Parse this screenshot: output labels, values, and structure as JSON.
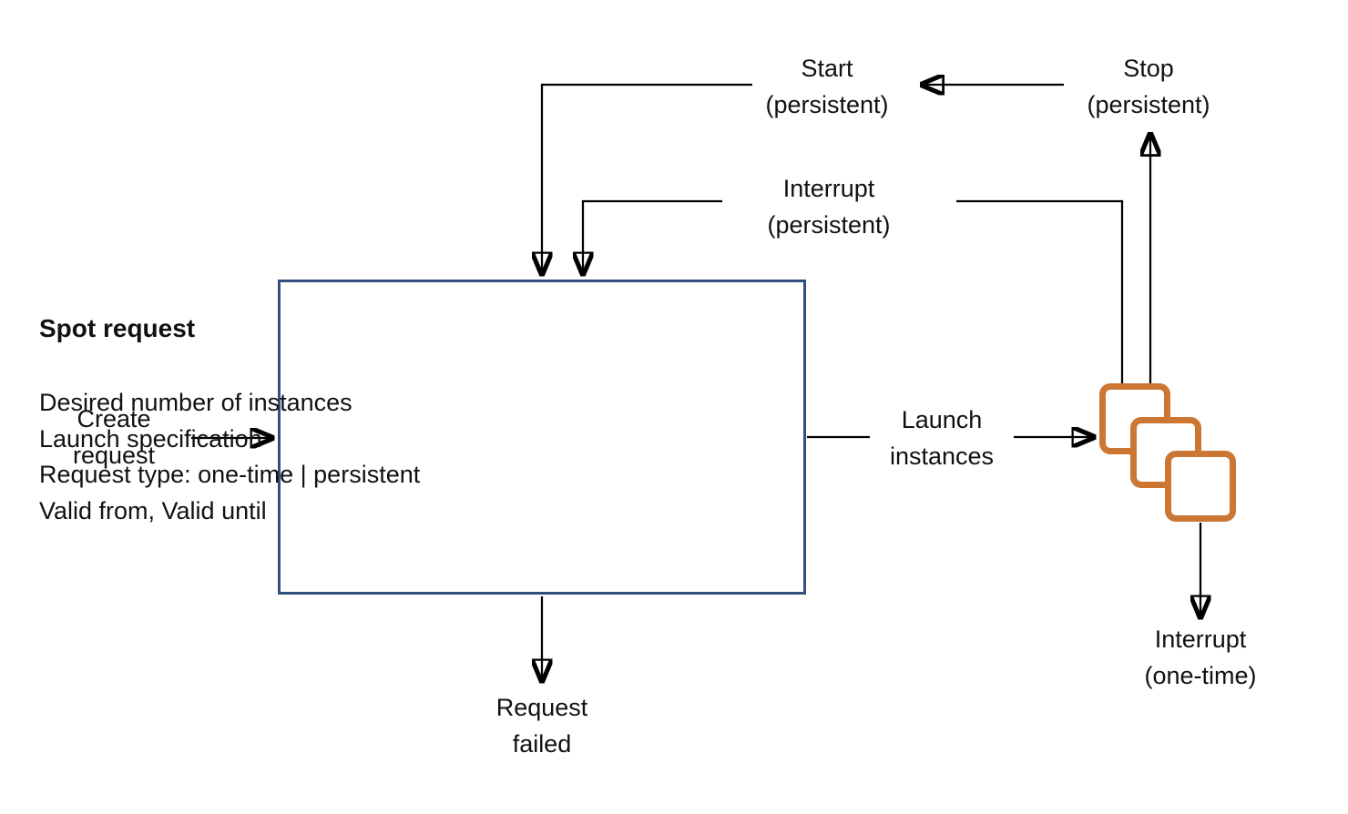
{
  "colors": {
    "box_border": "#32507D",
    "instance_border": "#CC7633",
    "line": "#000000",
    "text": "#111111",
    "background": "#FFFFFF"
  },
  "spot_request_box": {
    "title": "Spot request",
    "details": [
      "Desired number of instances",
      "Launch specification",
      "Request type: one-time | persistent",
      "Valid from, Valid until"
    ]
  },
  "labels": {
    "create_request": {
      "line1": "Create",
      "line2": "request"
    },
    "launch_instances": {
      "line1": "Launch",
      "line2": "instances"
    },
    "start_persistent": {
      "line1": "Start",
      "line2": "(persistent)"
    },
    "stop_persistent": {
      "line1": "Stop",
      "line2": "(persistent)"
    },
    "interrupt_persistent": {
      "line1": "Interrupt",
      "line2": "(persistent)"
    },
    "request_failed": {
      "line1": "Request",
      "line2": "failed"
    },
    "interrupt_one_time": {
      "line1": "Interrupt",
      "line2": "(one-time)"
    }
  },
  "icons": {
    "instances": "spot-instances-icon"
  }
}
